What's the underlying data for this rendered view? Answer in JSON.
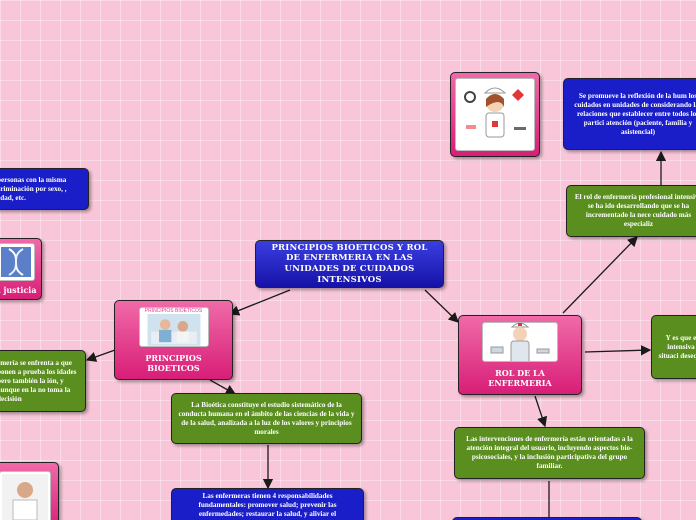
{
  "central": {
    "text": "PRINCIPIOS BIOETICOS Y ROL DE ENFERMERIA EN LAS UNIDADES DE CUIDADOS INTENSIVOS"
  },
  "left_branch": {
    "label": "PRINCIPIOS BIOETICOS",
    "image_caption": "PRINCIPIOS BIOÉTICOS",
    "definition": "La Bioética constituye el estudio sistemático de la conducta humana en el ámbito de las ciencias de la vida y de la salud, analizada a la luz de los valores y principios morales",
    "responsibilities": "Las enfermeras tienen 4 responsabilidades fundamentales: promover salud; prevenir las enfermedades; restaurar la salud, y aliviar el",
    "equality_text": "personas con la misma criminación por sexo, , edad, etc.",
    "justice_label": "a justicia",
    "dilemma_text": "rmería se enfrenta a que ponen a prueba los idades pero también la ión, y aunque en la no toma la decisión"
  },
  "right_branch": {
    "label": "ROL DE LA ENFERMERIA",
    "reflection": "Se promueve la reflexión de la hum los cuidados en unidades de considerando las relaciones que establecer entre todos los partici atención (paciente, familia y asistencial)",
    "role_text": "El rol de enfermería profesional intensiva se ha ido desarrollando que se ha incrementado la nece cuidado más especializ",
    "situation_text": "Y es que e intensiva situaci desequi",
    "interventions": "Las intervenciones de enfermería están orientadas a la atención integral del usuario, incluyendo aspectos bio-psicosociales, y la inclusión participativa del grupo familiar."
  },
  "colors": {
    "blue": "#1a1ec8",
    "green": "#5a8e1e",
    "pink": "#e03888",
    "line": "#1a1a1a"
  }
}
